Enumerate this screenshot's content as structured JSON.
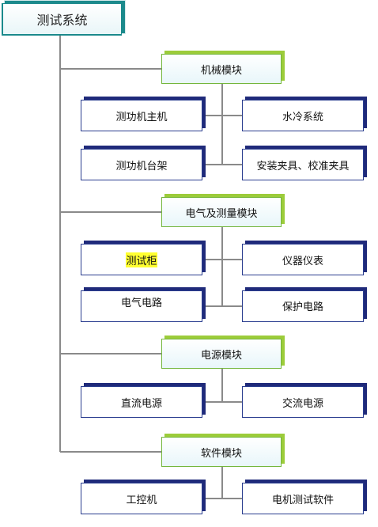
{
  "root": {
    "label": "测试系统"
  },
  "modules": [
    {
      "label": "机械模块",
      "children": [
        "测功机主机",
        "水冷系统",
        "测功机台架",
        "安装夹具、校准夹具"
      ]
    },
    {
      "label": "电气及测量模块",
      "children": [
        "测试柜",
        "仪器仪表",
        "电气电路",
        "保护电路"
      ]
    },
    {
      "label": "电源模块",
      "children": [
        "直流电源",
        "交流电源"
      ]
    },
    {
      "label": "软件模块",
      "children": [
        "工控机",
        "电机测试软件"
      ]
    }
  ],
  "highlighted": "测试柜",
  "colors": {
    "root_border": "#1b8a8c",
    "module_border": "#74b63c",
    "module_shadow": "#9ccc3a",
    "leaf_border": "#2a3d8f",
    "leaf_shadow": "#1f2a7a",
    "connector": "#8a8a8a",
    "highlight": "#ffff30"
  }
}
